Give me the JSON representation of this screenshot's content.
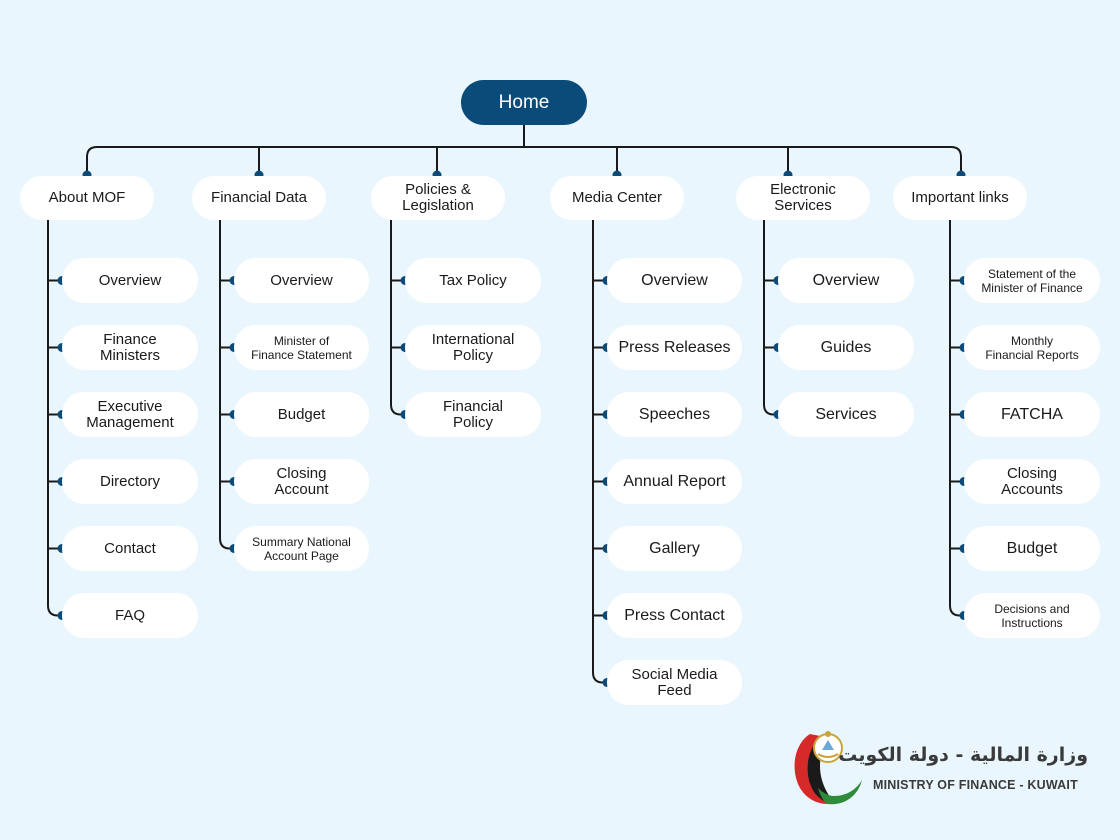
{
  "home": {
    "label": "Home"
  },
  "sections": [
    {
      "label": "About MOF",
      "items": [
        "Overview",
        "Finance\nMinisters",
        "Executive\nManagement",
        "Directory",
        "Contact",
        "FAQ"
      ]
    },
    {
      "label": "Financial Data",
      "items": [
        "Overview",
        "Minister of\nFinance Statement",
        "Budget",
        "Closing\nAccount",
        "Summary National\nAccount Page"
      ]
    },
    {
      "label": "Policies &\nLegislation",
      "items": [
        "Tax Policy",
        "International\nPolicy",
        "Financial\nPolicy"
      ]
    },
    {
      "label": "Media Center",
      "items": [
        "Overview",
        "Press Releases",
        "Speeches",
        "Annual Report",
        "Gallery",
        "Press Contact",
        "Social Media\nFeed"
      ]
    },
    {
      "label": "Electronic\nServices",
      "items": [
        "Overview",
        "Guides",
        "Services"
      ]
    },
    {
      "label": "Important links",
      "items": [
        "Statement of the\nMinister of Finance",
        "Monthly\nFinancial Reports",
        "FATCHA",
        "Closing\nAccounts",
        "Budget",
        "Decisions and\nInstructions"
      ]
    }
  ],
  "logo": {
    "arabic": "وزارة المالية - دولة الكويت",
    "english": "MINISTRY OF FINANCE - KUWAIT",
    "colors": {
      "black": "#1a1a1a",
      "red": "#d62a2a",
      "green": "#2e8b3a",
      "emblem": "#c9a43a"
    }
  },
  "colors": {
    "background": "#eaf6fd",
    "accent": "#0b4b79",
    "line": "#1a1a1a",
    "pill": "#ffffff"
  }
}
